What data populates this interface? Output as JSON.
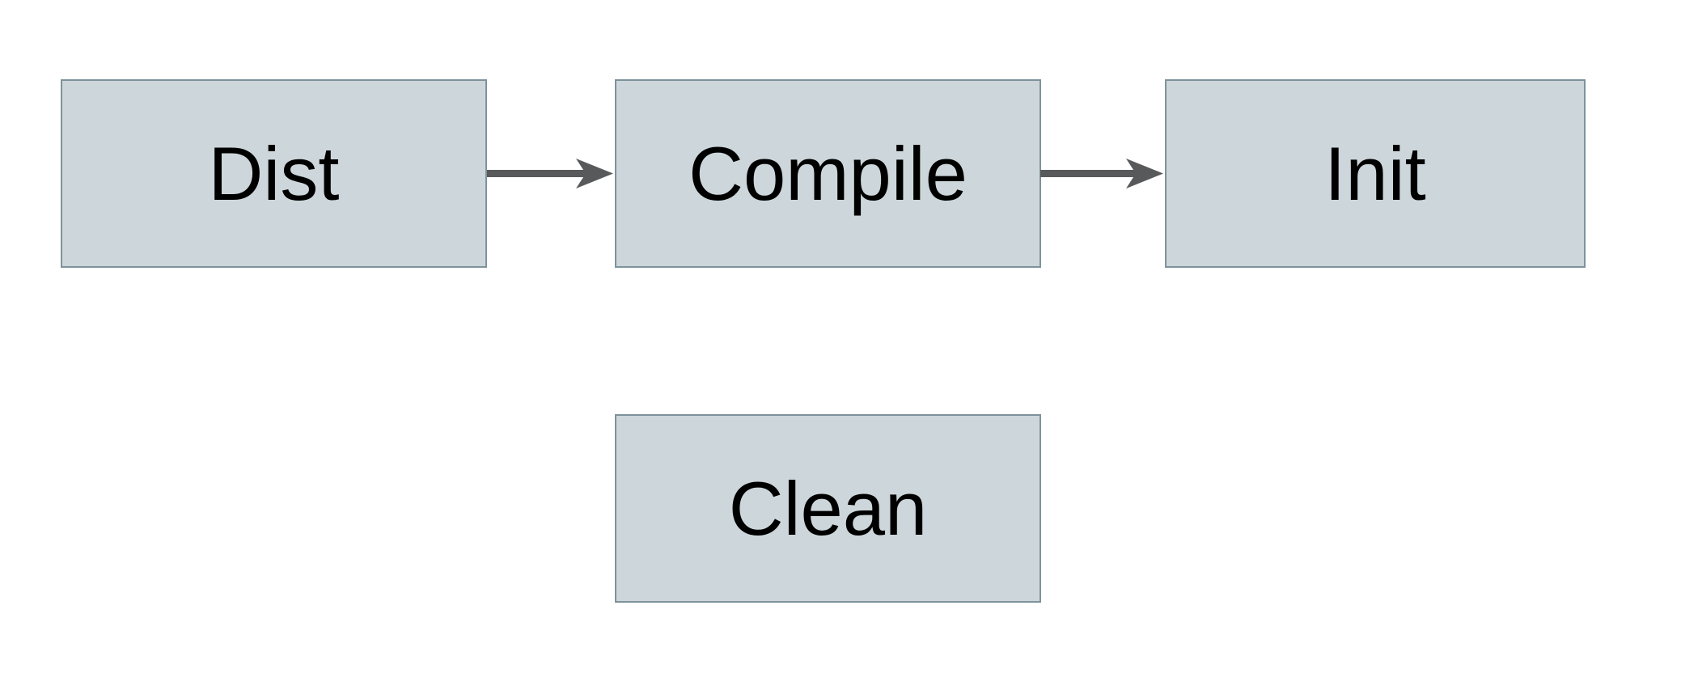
{
  "diagram": {
    "type": "flowchart",
    "background_color": "#ffffff",
    "node_fill_color": "#cdd6da",
    "node_border_color": "#7e929c",
    "arrow_color": "#58595b",
    "text_color": "#000000",
    "nodes": [
      {
        "id": "dist",
        "label": "Dist"
      },
      {
        "id": "compile",
        "label": "Compile"
      },
      {
        "id": "init",
        "label": "Init"
      },
      {
        "id": "clean",
        "label": "Clean"
      }
    ],
    "edges": [
      {
        "from": "dist",
        "to": "compile",
        "direction": "right",
        "style": "solid-arrow"
      },
      {
        "from": "compile",
        "to": "init",
        "direction": "right",
        "style": "solid-arrow"
      }
    ]
  }
}
